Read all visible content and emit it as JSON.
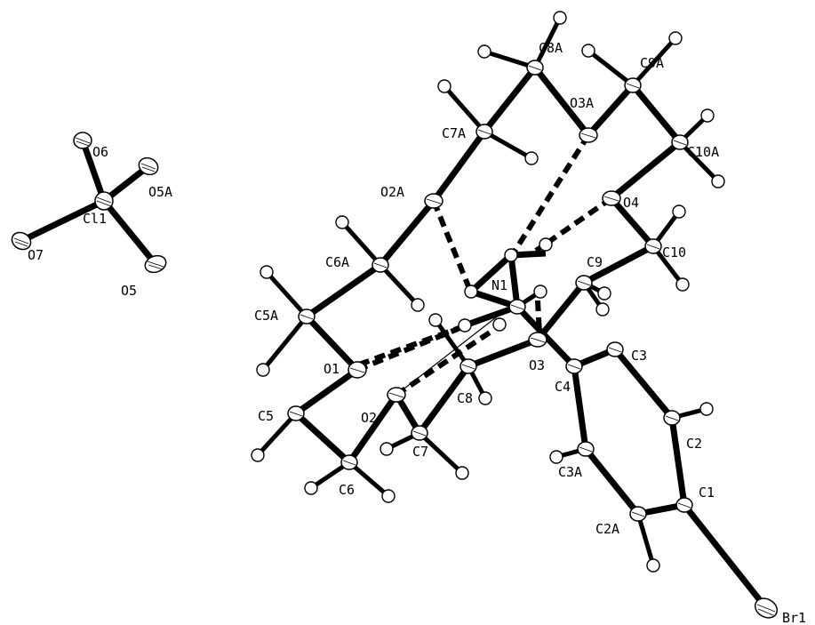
{
  "structure": {
    "atoms": [
      {
        "label": "O6",
        "role": "heavy"
      },
      {
        "label": "O5A",
        "role": "heavy"
      },
      {
        "label": "Cl1",
        "role": "heavy"
      },
      {
        "label": "O7",
        "role": "heavy"
      },
      {
        "label": "O5",
        "role": "heavy"
      },
      {
        "label": "C8A",
        "role": "heavy"
      },
      {
        "label": "O3A",
        "role": "heavy"
      },
      {
        "label": "C9A",
        "role": "heavy"
      },
      {
        "label": "C7A",
        "role": "heavy"
      },
      {
        "label": "C10A",
        "role": "heavy"
      },
      {
        "label": "O2A",
        "role": "heavy"
      },
      {
        "label": "O4",
        "role": "heavy"
      },
      {
        "label": "C6A",
        "role": "heavy"
      },
      {
        "label": "C10",
        "role": "heavy"
      },
      {
        "label": "N1",
        "role": "heavy"
      },
      {
        "label": "C9",
        "role": "heavy"
      },
      {
        "label": "C5A",
        "role": "heavy"
      },
      {
        "label": "O1",
        "role": "heavy"
      },
      {
        "label": "O3",
        "role": "heavy"
      },
      {
        "label": "C3",
        "role": "heavy"
      },
      {
        "label": "C4",
        "role": "heavy"
      },
      {
        "label": "C8",
        "role": "heavy"
      },
      {
        "label": "C5",
        "role": "heavy"
      },
      {
        "label": "O2",
        "role": "heavy"
      },
      {
        "label": "C2",
        "role": "heavy"
      },
      {
        "label": "C7",
        "role": "heavy"
      },
      {
        "label": "C3A",
        "role": "heavy"
      },
      {
        "label": "C6",
        "role": "heavy"
      },
      {
        "label": "C1",
        "role": "heavy"
      },
      {
        "label": "C2A",
        "role": "heavy"
      },
      {
        "label": "Br1",
        "role": "heavy"
      }
    ]
  }
}
